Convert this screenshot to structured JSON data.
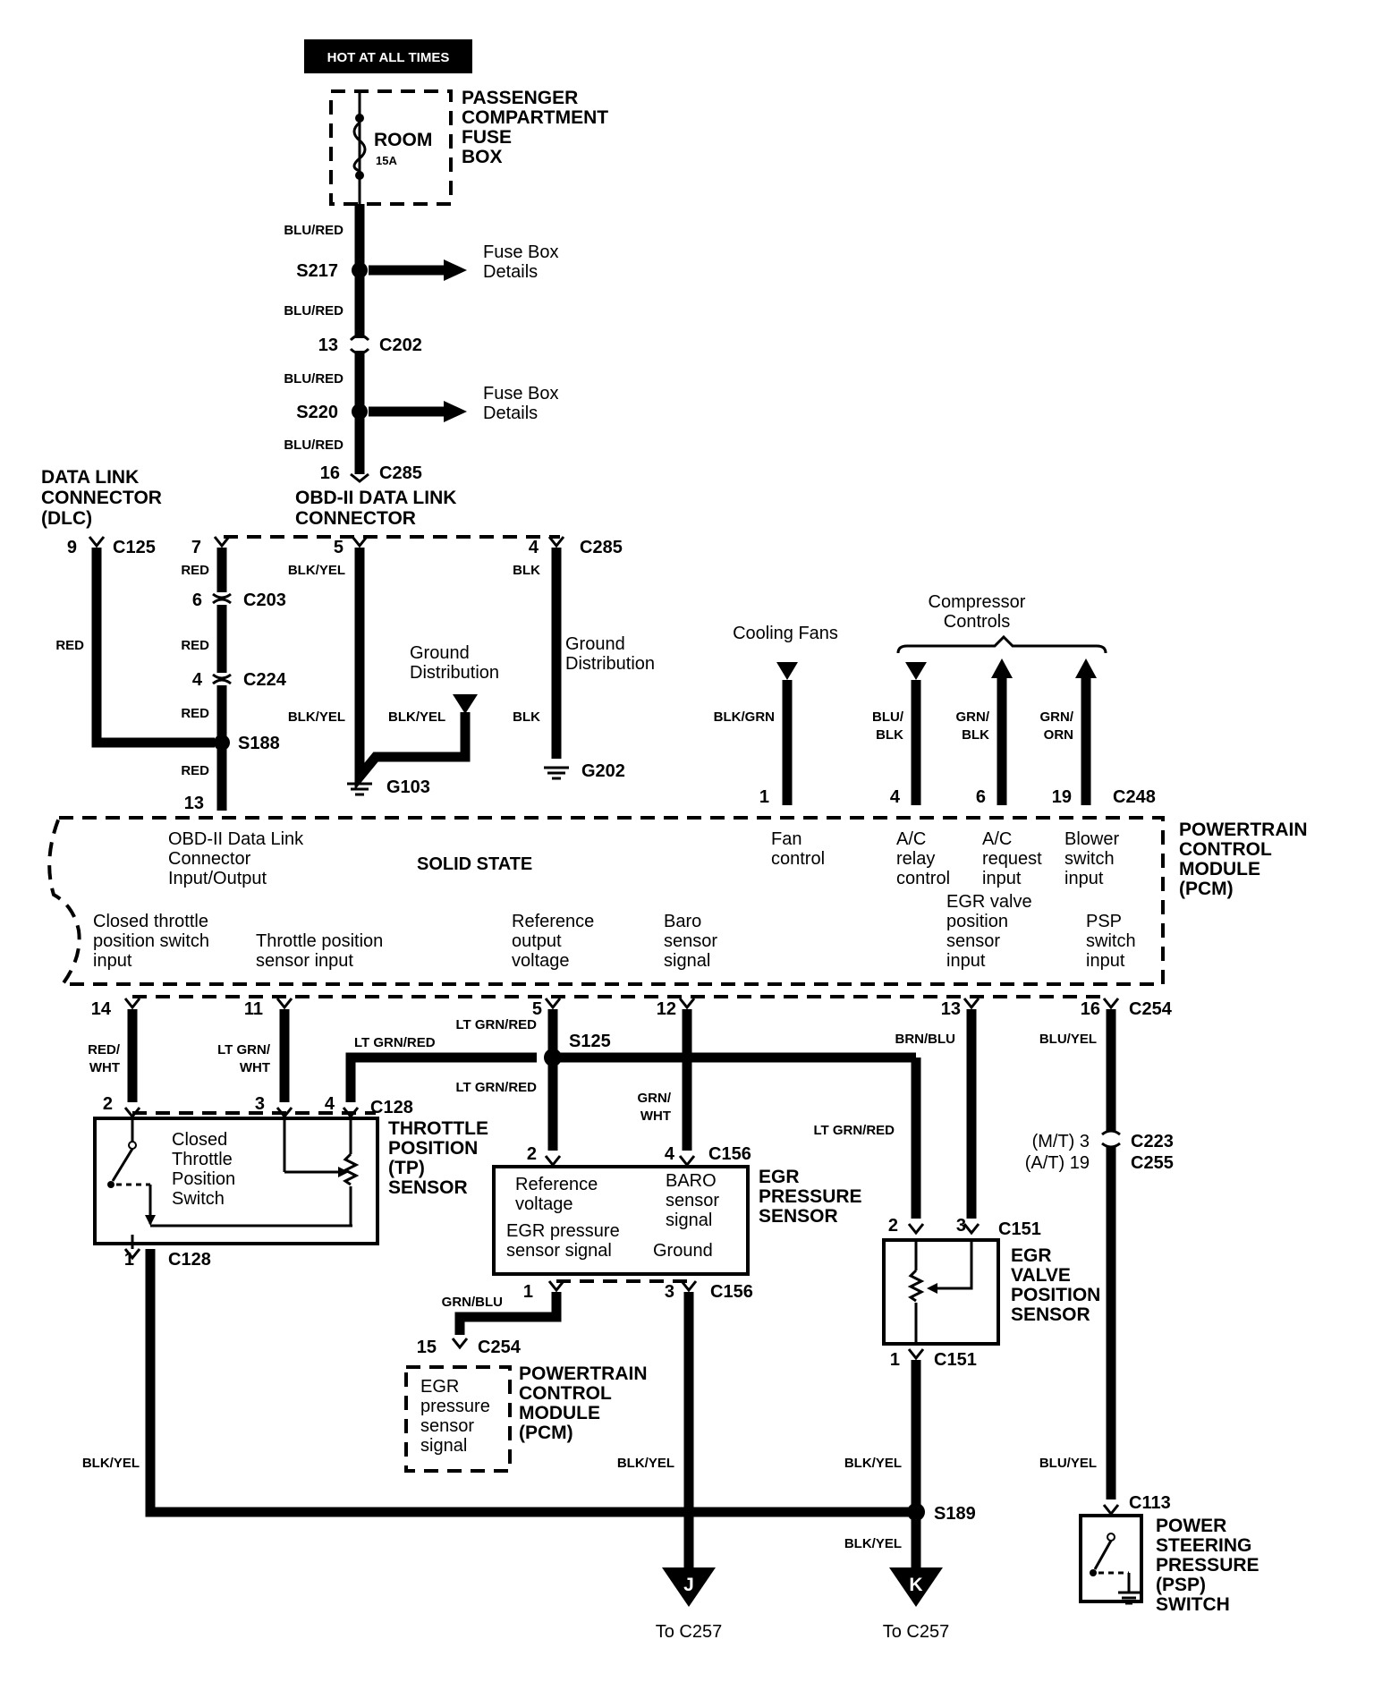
{
  "header": {
    "hot_label": "HOT AT ALL TIMES"
  },
  "fuse_box": {
    "name_lines": [
      "PASSENGER",
      "COMPARTMENT",
      "FUSE",
      "BOX"
    ],
    "fuse_name": "ROOM",
    "fuse_rating": "15A"
  },
  "top_column": {
    "wires": [
      "BLU/RED",
      "BLU/RED",
      "BLU/RED",
      "BLU/RED"
    ],
    "s217": "S217",
    "s220": "S220",
    "fuse_details_1": [
      "Fuse Box",
      "Details"
    ],
    "fuse_details_2": [
      "Fuse Box",
      "Details"
    ],
    "c202_pin": "13",
    "c202": "C202",
    "c285_pin": "16",
    "c285": "C285"
  },
  "dlc": {
    "name_lines": [
      "DATA LINK",
      "CONNECTOR",
      "(DLC)"
    ],
    "obd_lines": [
      "OBD-II DATA LINK",
      "CONNECTOR"
    ],
    "pin9": "9",
    "c125": "C125",
    "pin7": "7",
    "pin5": "5",
    "pin4": "4",
    "c285b": "C285"
  },
  "left_branch": {
    "red1": "RED",
    "red2": "RED",
    "red3": "RED",
    "red4": "RED",
    "red5": "RED",
    "c203_pin": "6",
    "c203": "C203",
    "c224_pin": "4",
    "c224": "C224",
    "s188": "S188",
    "pcm_pin13": "13"
  },
  "ground_branch": {
    "blkyel1": "BLK/YEL",
    "blkyel2": "BLK/YEL",
    "blkyel3": "BLK/YEL",
    "ground_dist1": [
      "Ground",
      "Distribution"
    ],
    "ground_dist2": [
      "Ground",
      "Distribution"
    ],
    "g103": "G103",
    "blk1": "BLK",
    "blk2": "BLK",
    "g202": "G202"
  },
  "top_right": {
    "cooling_fans": "Cooling Fans",
    "compressor_controls": [
      "Compressor",
      "Controls"
    ],
    "w1": "BLK/GRN",
    "w4": [
      "BLU/",
      "BLK"
    ],
    "w6": [
      "GRN/",
      "BLK"
    ],
    "w19": [
      "GRN/",
      "ORN"
    ],
    "p1": "1",
    "p4": "4",
    "p6": "6",
    "p19": "19",
    "c248": "C248"
  },
  "pcm": {
    "name_lines": [
      "POWERTRAIN",
      "CONTROL",
      "MODULE",
      "(PCM)"
    ],
    "solid_state": "SOLID STATE",
    "obd_io": [
      "OBD-II Data Link",
      "Connector",
      "Input/Output"
    ],
    "fan_control": [
      "Fan",
      "control"
    ],
    "ac_relay": [
      "A/C",
      "relay",
      "control"
    ],
    "ac_request": [
      "A/C",
      "request",
      "input"
    ],
    "blower": [
      "Blower",
      "switch",
      "input"
    ],
    "closed_throttle": [
      "Closed  throttle",
      "position switch",
      "input"
    ],
    "tps_input": [
      "Throttle position",
      "sensor input"
    ],
    "ref_voltage": [
      "Reference",
      "output",
      "voltage"
    ],
    "baro": [
      "Baro",
      "sensor",
      "signal"
    ],
    "egr_valve": [
      "EGR valve",
      "position",
      "sensor",
      "input"
    ],
    "psp": [
      "PSP",
      "switch",
      "input"
    ]
  },
  "bottom_pins": {
    "p14": "14",
    "p11": "11",
    "p5": "5",
    "p12": "12",
    "p13": "13",
    "p16": "16",
    "c254": "C254",
    "redwht": [
      "RED/",
      "WHT"
    ],
    "ltgrnwht": [
      "LT GRN/",
      "WHT"
    ],
    "ltgrnred_a": "LT GRN/RED",
    "ltgrnred_b": "LT GRN/RED",
    "ltgrnred_c": "LT GRN/RED",
    "ltgrnred_d": "LT GRN/RED",
    "s125": "S125",
    "grnwht": [
      "GRN/",
      "WHT"
    ],
    "brnblu": "BRN/BLU",
    "bluyel1": "BLU/YEL"
  },
  "tp_sensor": {
    "p2": "2",
    "p3": "3",
    "p4": "4",
    "c128": "C128",
    "name_lines": [
      "THROTTLE",
      "POSITION",
      "(TP)",
      "SENSOR"
    ],
    "switch_lines": [
      "Closed",
      "Throttle",
      "Position",
      "Switch"
    ],
    "p1": "1",
    "c128b": "C128"
  },
  "egr_pressure": {
    "p2": "2",
    "p4": "4",
    "c156": "C156",
    "name_lines": [
      "EGR",
      "PRESSURE",
      "SENSOR"
    ],
    "ref_voltage": [
      "Reference",
      "voltage"
    ],
    "baro_signal": [
      "BARO",
      "sensor",
      "signal"
    ],
    "egr_signal": [
      "EGR pressure",
      "sensor signal"
    ],
    "ground": "Ground",
    "p1": "1",
    "p3": "3",
    "c156b": "C156",
    "grnblu": "GRN/BLU"
  },
  "pcm_small": {
    "p15": "15",
    "c254": "C254",
    "name_lines": [
      "POWERTRAIN",
      "CONTROL",
      "MODULE",
      "(PCM)"
    ],
    "content": [
      "EGR",
      "pressure",
      "sensor",
      "signal"
    ]
  },
  "egr_valve_sensor": {
    "p2": "2",
    "p3": "3",
    "c151": "C151",
    "name_lines": [
      "EGR",
      "VALVE",
      "POSITION",
      "SENSOR"
    ],
    "p1": "1",
    "c151b": "C151"
  },
  "psp_branch": {
    "mt": "(M/T) 3",
    "at": "(A/T) 19",
    "c223": "C223",
    "c255": "C255",
    "bluyel2": "BLU/YEL",
    "c113": "C113",
    "name_lines": [
      "POWER",
      "STEERING",
      "PRESSURE",
      "(PSP)",
      "SWITCH"
    ]
  },
  "bottom": {
    "blkyel_a": "BLK/YEL",
    "blkyel_b": "BLK/YEL",
    "blkyel_c": "BLK/YEL",
    "blkyel_d": "BLK/YEL",
    "s189": "S189",
    "j": "J",
    "k": "K",
    "to1": "To C257",
    "to2": "To C257"
  }
}
